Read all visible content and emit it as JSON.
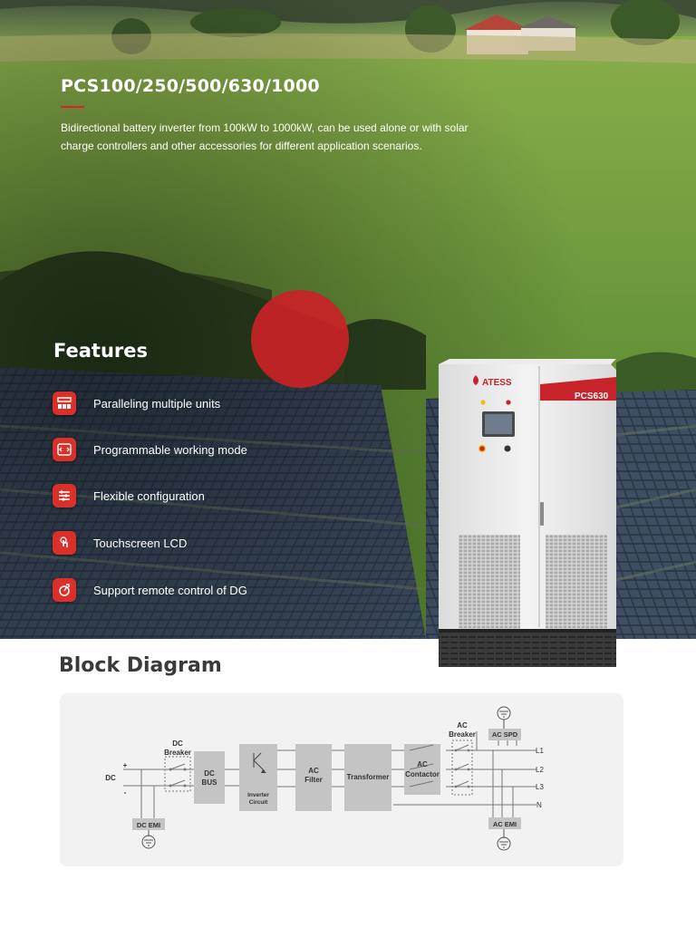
{
  "hero": {
    "title": "PCS100/250/500/630/1000",
    "subtitle": "Bidirectional battery inverter from 100kW to 1000kW, can be used alone or with solar charge controllers and other accessories for different application scenarios."
  },
  "features": {
    "heading": "Features",
    "items": [
      {
        "label": "Paralleling multiple units",
        "icon": "parallel-units-icon"
      },
      {
        "label": "Programmable working mode",
        "icon": "programmable-mode-icon"
      },
      {
        "label": "Flexible configuration",
        "icon": "configuration-icon"
      },
      {
        "label": "Touchscreen LCD",
        "icon": "touchscreen-icon"
      },
      {
        "label": "Support remote control of DG",
        "icon": "remote-control-icon"
      }
    ]
  },
  "product": {
    "brand": "ATESS",
    "model": "PCS630"
  },
  "block_diagram": {
    "heading": "Block Diagram",
    "dc": "DC",
    "dc_breaker": [
      "DC",
      "Breaker"
    ],
    "dc_bus": [
      "DC",
      "BUS"
    ],
    "inverter_circuit": [
      "Inverter",
      "Circuit"
    ],
    "ac_filter": [
      "AC",
      "Filter"
    ],
    "transformer": "Transformer",
    "ac_contactor": [
      "AC",
      "Contactor"
    ],
    "ac_breaker": [
      "AC",
      "Breaker"
    ],
    "ac_spd": "AC SPD",
    "dc_emi": "DC EMI",
    "ac_emi": "AC EMI",
    "plus": "+",
    "minus": "-",
    "lines": [
      "L1",
      "L2",
      "L3",
      "N"
    ]
  },
  "colors": {
    "accent": "#d8232a",
    "grass": "#6f9a3c",
    "panel": "#2f3a4a",
    "diagram_block": "#c4c4c4"
  }
}
